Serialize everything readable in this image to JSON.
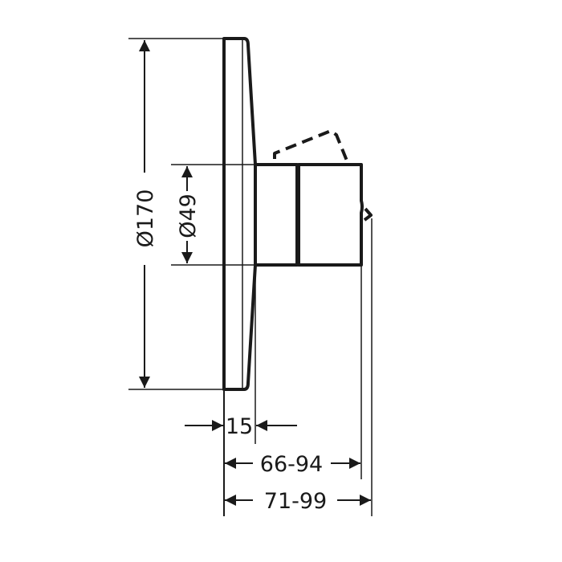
{
  "drawing": {
    "dimensions": {
      "plate_diameter": "Ø170",
      "body_diameter": "Ø49",
      "plate_depth": "15",
      "projection_min": "66-94",
      "projection_max": "71-99"
    },
    "line_color": "#1a1a1a"
  }
}
